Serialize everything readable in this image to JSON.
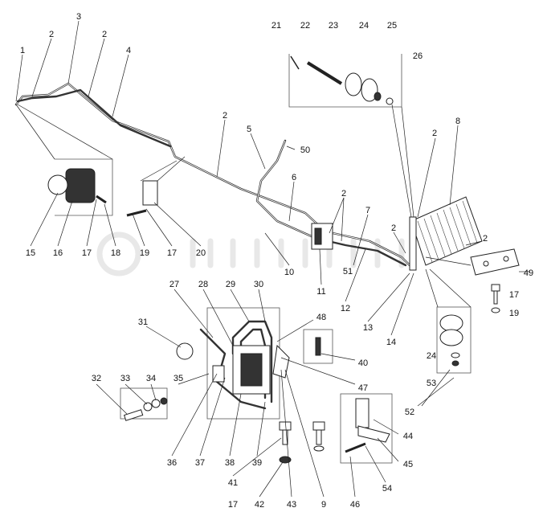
{
  "watermark": "autopiter.ru",
  "labels": [
    "1",
    "2",
    "3",
    "2",
    "4",
    "2",
    "5",
    "50",
    "6",
    "21",
    "22",
    "23",
    "24",
    "25",
    "26",
    "2",
    "8",
    "7",
    "2",
    "2",
    "2",
    "49",
    "15",
    "16",
    "17",
    "18",
    "19",
    "17",
    "20",
    "10",
    "51",
    "11",
    "12",
    "13",
    "14",
    "17",
    "19",
    "27",
    "28",
    "29",
    "30",
    "48",
    "31",
    "40",
    "24",
    "53",
    "47",
    "52",
    "32",
    "33",
    "34",
    "35",
    "36",
    "37",
    "38",
    "39",
    "44",
    "45",
    "41",
    "17",
    "42",
    "43",
    "9",
    "46",
    "54"
  ]
}
